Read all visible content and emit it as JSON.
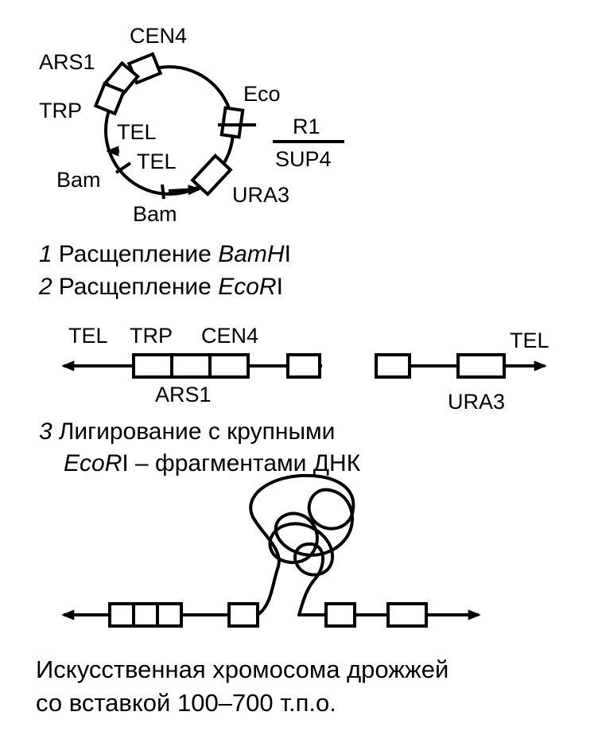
{
  "plasmid": {
    "labels": {
      "cen4": "CEN4",
      "ars1": "ARS1",
      "trp": "TRP",
      "tel_upper": "TEL",
      "tel_lower": "TEL",
      "bam_left": "Bam",
      "bam_bottom": "Bam",
      "eco": "Eco",
      "r1": "R1",
      "sup4": "SUP4",
      "ura3": "URA3"
    }
  },
  "steps": {
    "step1": {
      "num": "1",
      "text": "Расщепление ",
      "enzyme": "BamH",
      "suffix": "I"
    },
    "step2": {
      "num": "2",
      "text": "Расщепление ",
      "enzyme": "EcoR",
      "suffix": "I"
    },
    "step3": {
      "num": "3",
      "line1": "Лигирование с крупными",
      "enzyme": "EcoR",
      "line2_rest": "I – фрагментами ДНК"
    }
  },
  "fragments": {
    "left": {
      "tel": "TEL",
      "trp": "TRP",
      "cen4": "CEN4",
      "ars1": "ARS1"
    },
    "right": {
      "tel": "TEL",
      "ura3": "URA3"
    }
  },
  "caption": {
    "line1": "Искусственная хромосома дрожжей",
    "line2": "со вставкой 100–700 т.п.о."
  }
}
